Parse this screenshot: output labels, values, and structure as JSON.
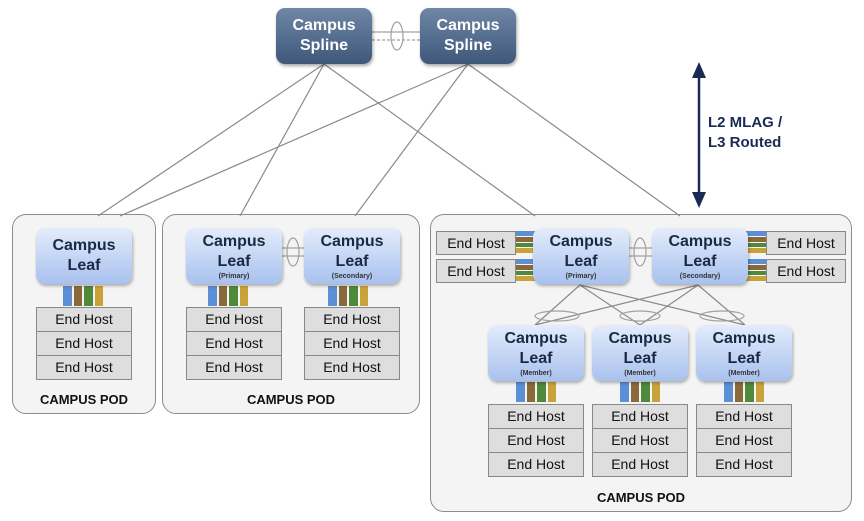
{
  "spines": [
    {
      "line1": "Campus",
      "line2": "Spline"
    },
    {
      "line1": "Campus",
      "line2": "Spline"
    }
  ],
  "annotation": {
    "line1": "L2 MLAG /",
    "line2": "L3 Routed"
  },
  "pods": [
    {
      "label": "CAMPUS POD",
      "leaves": [
        {
          "line1": "Campus",
          "line2": "Leaf",
          "role": "",
          "hosts": [
            "End Host",
            "End Host",
            "End Host"
          ]
        }
      ]
    },
    {
      "label": "CAMPUS POD",
      "leaves": [
        {
          "line1": "Campus",
          "line2": "Leaf",
          "role": "(Primary)",
          "hosts": [
            "End Host",
            "End Host",
            "End Host"
          ]
        },
        {
          "line1": "Campus",
          "line2": "Leaf",
          "role": "(Secondary)",
          "hosts": [
            "End Host",
            "End Host",
            "End Host"
          ]
        }
      ]
    },
    {
      "label": "CAMPUS POD",
      "leaves": [
        {
          "line1": "Campus",
          "line2": "Leaf",
          "role": "(Primary)",
          "side_hosts": [
            "End Host",
            "End Host"
          ]
        },
        {
          "line1": "Campus",
          "line2": "Leaf",
          "role": "(Secondary)",
          "side_hosts": [
            "End Host",
            "End Host"
          ]
        }
      ],
      "members": [
        {
          "line1": "Campus",
          "line2": "Leaf",
          "role": "(Member)",
          "hosts": [
            "End Host",
            "End Host",
            "End Host"
          ]
        },
        {
          "line1": "Campus",
          "line2": "Leaf",
          "role": "(Member)",
          "hosts": [
            "End Host",
            "End Host",
            "End Host"
          ]
        },
        {
          "line1": "Campus",
          "line2": "Leaf",
          "role": "(Member)",
          "hosts": [
            "End Host",
            "End Host",
            "End Host"
          ]
        }
      ]
    }
  ],
  "colors": {
    "spine": "#4f6789",
    "leaf": "#b4c9f0",
    "annotation": "#1b2a55",
    "port_blue": "#5b8fd6",
    "port_brown": "#8a6a3c",
    "port_green": "#4e8a3a",
    "port_gold": "#c9a23a"
  }
}
